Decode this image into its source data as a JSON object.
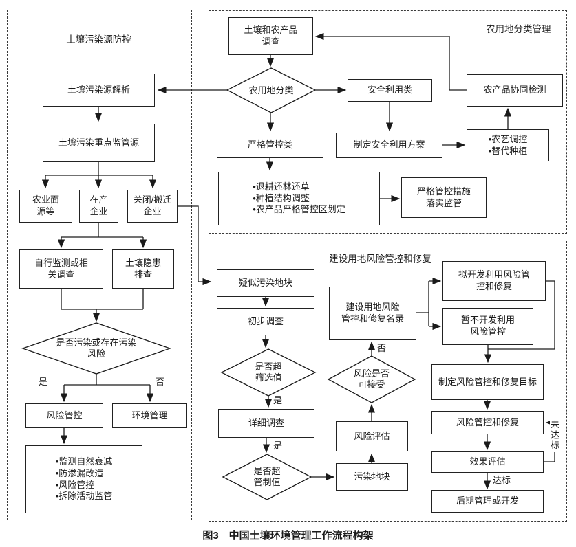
{
  "figure_caption": "图3　中国土壤环境管理工作流程构架",
  "panels": {
    "source_prevention": {
      "title": "土壤污染源防控",
      "nodes": {
        "source_analysis": "土壤污染源解析",
        "key_supervision_sources": "土壤污染重点监管源",
        "agricultural_nonpoint": "农业面\n源等",
        "operating_enterprises": "在产\n企业",
        "closed_relocated": "关闭/搬迁\n企业",
        "self_monitoring": "自行监测或相\n关调查",
        "hidden_danger_check": "土壤隐患\n排查",
        "polluted_or_risk_decision": "是否污染或存在污染\n风险",
        "risk_control": "风险管控",
        "environment_mgmt": "环境管理",
        "measures": "•监测自然衰减\n•防渗漏改造\n•风险管控\n•拆除活动监管"
      },
      "edge_labels": {
        "yes": "是",
        "no": "否"
      }
    },
    "farmland_management": {
      "title": "农用地分类管理",
      "nodes": {
        "soil_agri_survey": "土壤和农产品\n调查",
        "farmland_classification_decision": "农用地分类",
        "safe_use_category": "安全利用类",
        "agri_product_codetection": "农产品协同检测",
        "strict_control_category": "严格管控类",
        "safe_use_plan": "制定安全利用方案",
        "safe_use_measures": "•农艺调控\n•替代种植",
        "strict_control_measures": "•退耕还林还草\n•种植结构调整\n•农产品严格管控区划定",
        "strict_supervision": "严格管控措施\n落实监管"
      }
    },
    "construction_land": {
      "title": "建设用地风险管控和修复",
      "nodes": {
        "suspected_plot": "疑似污染地块",
        "preliminary_survey": "初步调查",
        "exceed_screening_decision": "是否超\n筛选值",
        "detailed_survey": "详细调查",
        "exceed_control_decision": "是否超\n管制值",
        "polluted_plot": "污染地块",
        "risk_assessment": "风险评估",
        "risk_acceptable_decision": "风险是否\n可接受",
        "catalog": "建设用地风险\n管控和修复名录",
        "to_be_developed": "拟开发利用风险管\n控和修复",
        "not_developed": "暂不开发利用\n风险管控",
        "set_goals": "制定风险管控和修复目标",
        "risk_control_remediation": "风险管控和修复",
        "effect_evaluation": "效果评估",
        "later_mgmt_or_dev": "后期管理或开发"
      },
      "edge_labels": {
        "yes_screening": "是",
        "yes_detailed": "是",
        "no_acceptable": "否",
        "reached": "达标",
        "not_reached": "未达标"
      }
    }
  },
  "colors": {
    "line": "#1a1a1a",
    "background": "#ffffff"
  }
}
